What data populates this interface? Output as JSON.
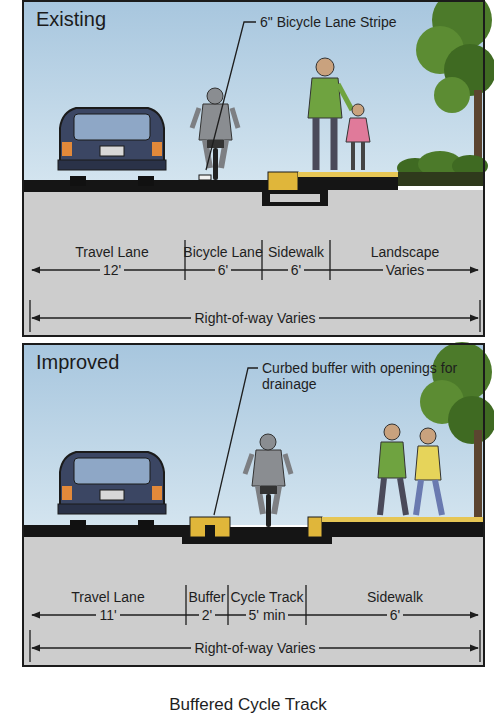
{
  "diagram": {
    "caption": "Buffered Cycle Track",
    "nodes": [
      {
        "text": [
          "Existing"
        ]
      },
      {
        "text": [
          "Improved"
        ]
      }
    ],
    "labels": [
      "6\" Bicycle Lane Stripe",
      "Travel Lane",
      "12'",
      "Bicycle Lane",
      "6'",
      "Sidewalk",
      "6'",
      "Landscape",
      "Varies",
      "Right-of-way Varies",
      "Curbed buffer with openings for drainage",
      "Travel Lane",
      "11'",
      "Buffer",
      "2'",
      "Cycle Track",
      "5' min",
      "Sidewalk",
      "6'",
      "Right-of-way Varies"
    ]
  }
}
